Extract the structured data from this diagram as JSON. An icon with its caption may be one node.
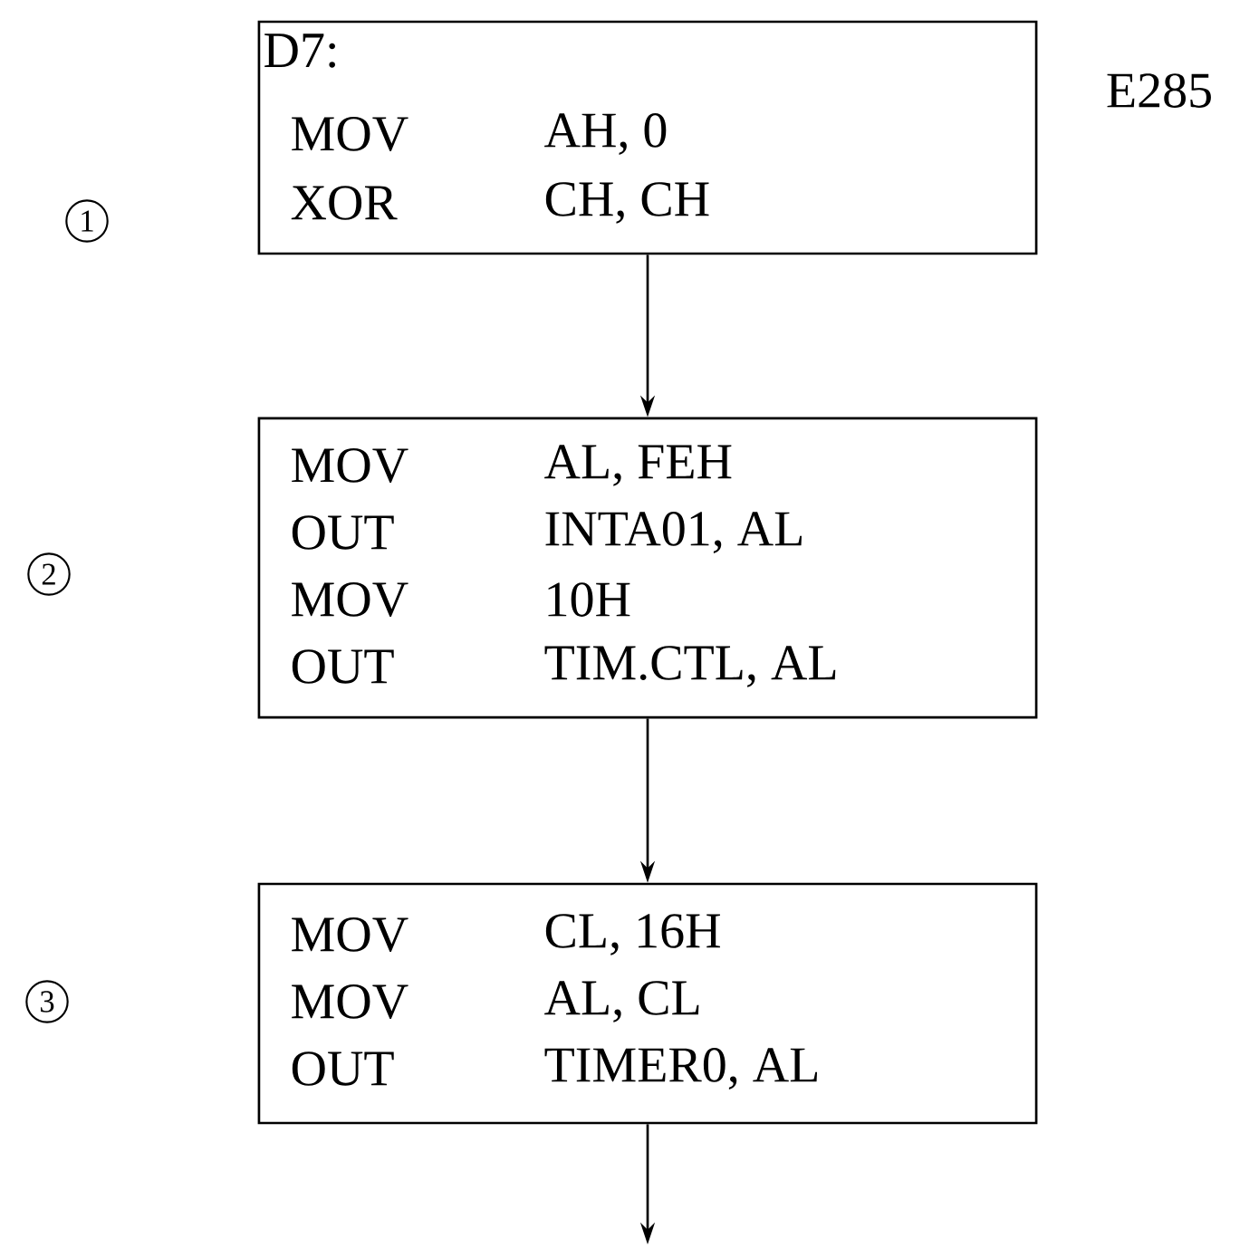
{
  "diagram": {
    "nodes": [
      {
        "text": [
          "D7:",
          "MOV",
          "AH, 0",
          "XOR",
          "CH, CH"
        ]
      },
      {
        "text": [
          "MOV",
          "AL, FEH",
          "OUT",
          "INTA01, AL",
          "MOV",
          "10H",
          "OUT",
          "TIM.CTL, AL"
        ]
      },
      {
        "text": [
          "MOV",
          "CL, 16H",
          "MOV",
          "AL, CL",
          "OUT",
          "TIMER0, AL"
        ]
      }
    ],
    "edges": [
      {
        "from": 0,
        "to": 1,
        "arrow": "to"
      },
      {
        "from": 1,
        "to": 2,
        "arrow": "to"
      },
      {
        "from": 2,
        "to": null,
        "arrow": "to"
      }
    ],
    "labels": [
      "1",
      "E285",
      "2",
      "3"
    ]
  }
}
